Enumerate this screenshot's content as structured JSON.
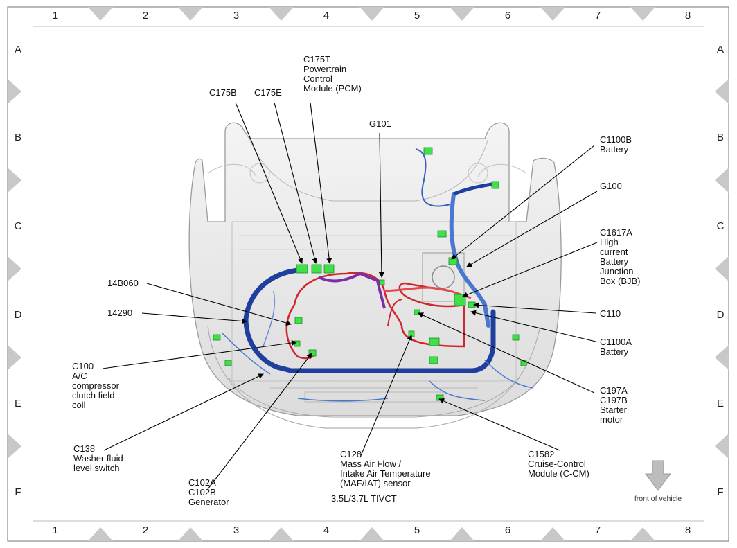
{
  "grid": {
    "columns": [
      "1",
      "2",
      "3",
      "4",
      "5",
      "6",
      "7",
      "8"
    ],
    "rows": [
      "A",
      "B",
      "C",
      "D",
      "E",
      "F"
    ]
  },
  "callouts": {
    "c175t": [
      "C175T",
      "Powertrain",
      "Control",
      "Module (PCM)"
    ],
    "c175b": [
      "C175B"
    ],
    "c175e": [
      "C175E"
    ],
    "g101": [
      "G101"
    ],
    "c1100b": [
      "C1100B",
      "Battery"
    ],
    "g100": [
      "G100"
    ],
    "c1617a": [
      "C1617A",
      "High",
      "current",
      "Battery",
      "Junction",
      "Box (BJB)"
    ],
    "c110": [
      "C110"
    ],
    "c1100a": [
      "C1100A",
      "Battery"
    ],
    "c197": [
      "C197A",
      "C197B",
      "Starter",
      "motor"
    ],
    "c1582": [
      "C1582",
      "Cruise-Control",
      "Module (C-CM)"
    ],
    "c128": [
      "C128",
      "Mass Air Flow /",
      "Intake Air Temperature",
      "(MAF/IAT) sensor"
    ],
    "c102": [
      "C102A",
      "C102B",
      "Generator"
    ],
    "c138": [
      "C138",
      "Washer fluid",
      "level switch"
    ],
    "c100": [
      "C100",
      "A/C",
      "compressor",
      "clutch field",
      "coil"
    ],
    "n14290": [
      "14290"
    ],
    "n14b060": [
      "14B060"
    ]
  },
  "engine_label": "3.5L/3.7L TIVCT",
  "front_label": "front of vehicle",
  "colors": {
    "harness_blue": "#1f3f9e",
    "harness_light_blue": "#4a78d0",
    "harness_red": "#d0262b",
    "harness_purple": "#7b2fa8",
    "connector_green": "#3fe04a",
    "border_diamond": "#c8c8c8"
  }
}
